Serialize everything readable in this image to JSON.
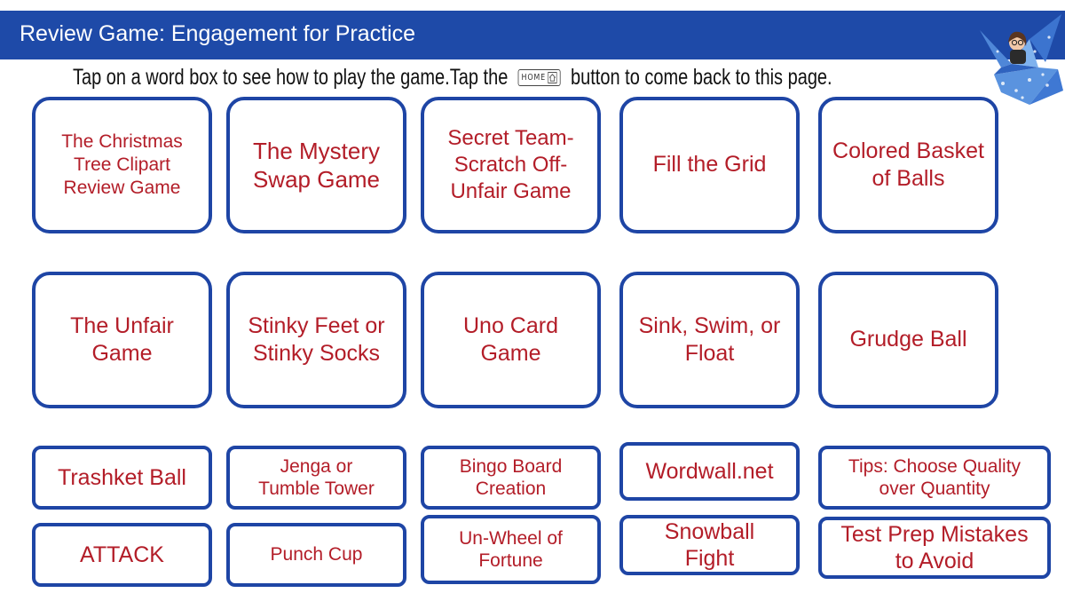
{
  "header": {
    "title": "Review Game: Engagement for Practice",
    "instruction_before": "Tap on a word box to see how to play the game.Tap the",
    "home_button_label": "HOME",
    "instruction_after": "button to come back to this page."
  },
  "colors": {
    "header_bg": "#1e4aa8",
    "card_border": "#1e45a5",
    "card_text": "#b31d28"
  },
  "icons": [
    "home-icon",
    "origami-crane-icon"
  ],
  "games": [
    {
      "label": "The Christmas Tree Clipart Review Game"
    },
    {
      "label": "The Mystery Swap Game"
    },
    {
      "label": "Secret Team-Scratch Off-Unfair Game"
    },
    {
      "label": "Fill the Grid"
    },
    {
      "label": "Colored Basket of Balls"
    },
    {
      "label": "The Unfair Game"
    },
    {
      "label": "Stinky Feet or Stinky Socks"
    },
    {
      "label": "Uno Card Game"
    },
    {
      "label": "Sink, Swim, or Float"
    },
    {
      "label": "Grudge Ball"
    },
    {
      "label": "Trashket Ball"
    },
    {
      "label": "Jenga or Tumble Tower"
    },
    {
      "label": "Bingo Board Creation"
    },
    {
      "label": "Wordwall.net"
    },
    {
      "label": "Tips: Choose Quality over Quantity"
    },
    {
      "label": "ATTACK"
    },
    {
      "label": "Punch Cup"
    },
    {
      "label": "Un-Wheel of Fortune"
    },
    {
      "label": "Snowball Fight"
    },
    {
      "label": "Test Prep Mistakes to Avoid"
    }
  ]
}
